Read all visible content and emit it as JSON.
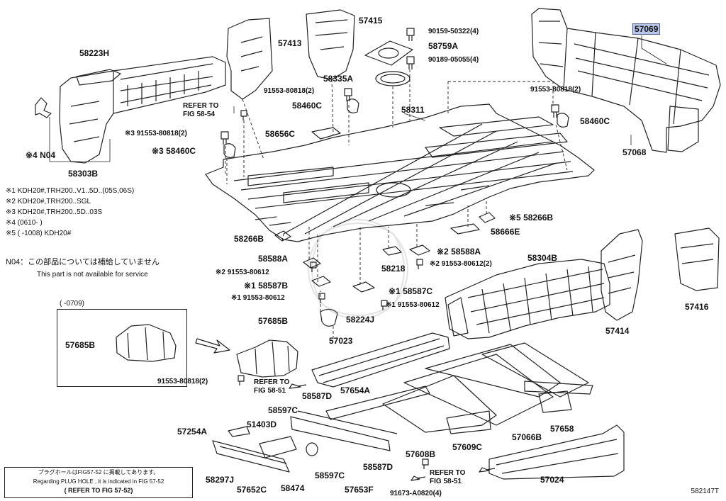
{
  "notes": {
    "variants": [
      "※1 KDH20#,TRH200..V1..5D..(05S,06S)",
      "※2 KDH20#,TRH200..SGL",
      "※3 KDH20#,TRH200..5D..03S",
      "※4 (0610-        )",
      "※5 (        -1008) KDH20#"
    ],
    "n04_jp": "N04：この部品については補給していません",
    "n04_en": "This part is not available for service",
    "inset_label": "(        -0709)"
  },
  "plug_hole_note": {
    "jp": "プラグホールはFIG57-52 に掲載してあります。",
    "en": "Regarding PLUG HOLE , it is indicated in FIG 57-52",
    "ref": "( REFER TO FIG 57-52)"
  },
  "illustration_code": "582147T",
  "parts": {
    "p57069": "57069",
    "p57068": "57068",
    "p57415": "57415",
    "p57413": "57413",
    "p58223h": "58223H",
    "p58303b": "58303B",
    "n04": "※4 N04",
    "p90159": "90159-50322(4)",
    "p58759a": "58759A",
    "p90189": "90189-05055(4)",
    "p58335a": "58335A",
    "p91553_top": "91553-80818(2)",
    "p58460c_top": "58460C",
    "p58311": "58311",
    "p91553_right": "91553-80818(2)",
    "p58460c_right": "58460C",
    "ref_5854": "REFER TO\nFIG 58-54",
    "p58656c": "58656C",
    "p91553_s3": "※3 91553-80818(2)",
    "p58460c_s3": "※3 58460C",
    "p58266b_r": "※5 58266B",
    "p58666e": "58666E",
    "p58266b_l": "58266B",
    "p58588a_l": "58588A",
    "p58588a_r": "※2 58588A",
    "p91553_612_l": "※2 91553-80612",
    "p91553_612_r": "※2 91553-80612(2)",
    "p58218": "58218",
    "p58587b": "※1 58587B",
    "p58587c": "※1 58587C",
    "p91553_612_s1l": "※1 91553-80612",
    "p91553_612_s1r": "※1 91553-80612",
    "p58224j": "58224J",
    "p58304b": "58304B",
    "p57416": "57416",
    "p57414": "57414",
    "p57685b_in": "57685B",
    "p57685b": "57685B",
    "p57023": "57023",
    "p91553_818_b": "91553-80818(2)",
    "ref_5851_a": "REFER TO\nFIG 58-51",
    "p58587d_a": "58587D",
    "p57654a": "57654A",
    "p58597c_a": "58597C",
    "p51403d": "51403D",
    "p57254a": "57254A",
    "p57608b": "57608B",
    "p57609c": "57609C",
    "p57066b": "57066B",
    "p57658": "57658",
    "p58297j": "58297J",
    "p57652c": "57652C",
    "p58474": "58474",
    "p58597c_b": "58597C",
    "p57653f": "57653F",
    "p58587d_b": "58587D",
    "ref_5851_b": "REFER TO\nFIG 58-51",
    "p91673": "91673-A0820(4)",
    "p57024": "57024"
  },
  "colors": {
    "line": "#222222",
    "highlight": "#b9c6ea"
  }
}
